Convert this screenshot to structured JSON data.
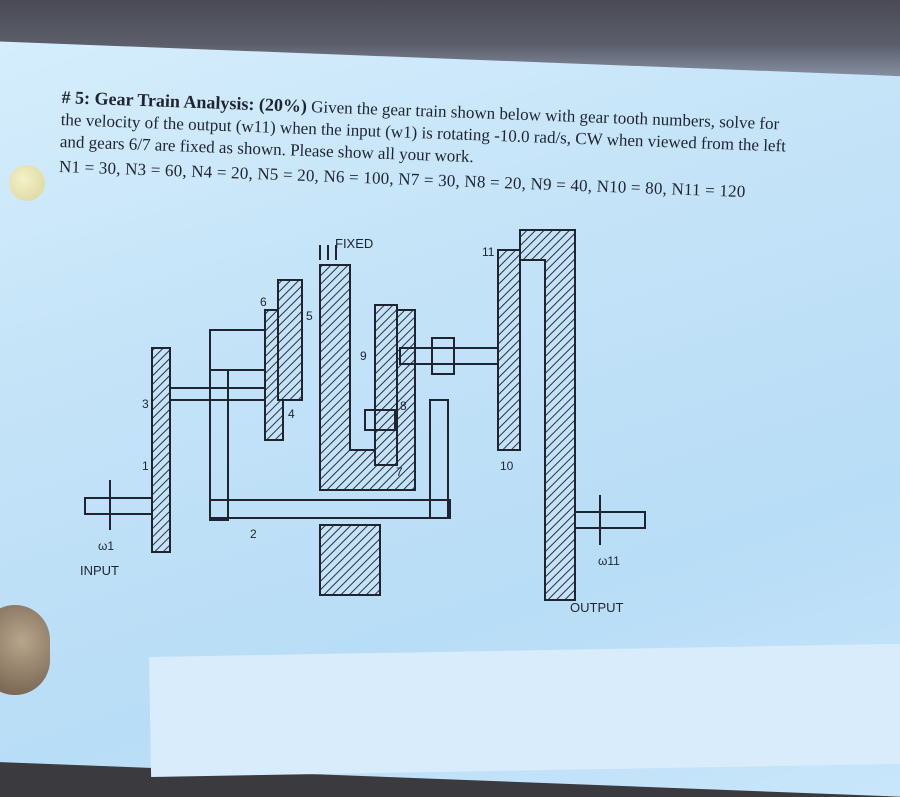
{
  "problem": {
    "title": "# 5: Gear Train Analysis: (20%)",
    "text_line1_rest": " Given the gear train shown below with gear tooth numbers, solve for",
    "text_line2": "the velocity of the output (w11) when the input (w1) is rotating -10.0 rad/s, CW when viewed from the left",
    "text_line3": "and gears 6/7 are fixed as shown.  Please show all your work.",
    "teeth_line": "N1 = 30, N3 = 60, N4 = 20, N5 = 20, N6 = 100, N7 = 30, N8 = 20, N9 = 40, N10 = 80, N11 = 120"
  },
  "diagram": {
    "fixed_label": "FIXED",
    "input_label": "INPUT",
    "output_label": "OUTPUT",
    "omega_in": "ω1",
    "omega_out": "ω11",
    "gear_labels": {
      "g1": "1",
      "g2": "2",
      "g3": "3",
      "g4": "4",
      "g5": "5",
      "g6": "6",
      "g7": "7",
      "g8": "8",
      "g9": "9",
      "g10": "10",
      "g11": "11"
    }
  },
  "colors": {
    "paper": "#c4e3f8",
    "ink": "#1e2430",
    "hatch": "#2a2f3a"
  }
}
